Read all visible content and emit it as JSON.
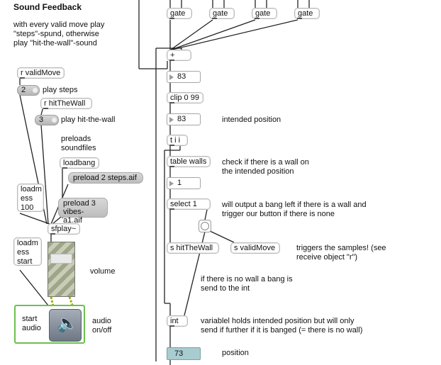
{
  "comments": {
    "title": "Sound Feedback",
    "desc_line1": "with every valid move play",
    "desc_line2": "\"steps\"-spund, otherwise",
    "desc_line3": "play \"hit-the-wall\"-sound",
    "play_steps": "play steps",
    "play_hit": "play hit-the-wall",
    "preloads_line1": "preloads",
    "preloads_line2": "soundfiles",
    "volume": "volume",
    "audio_line1": "audio",
    "audio_line2": "on/off",
    "intended_position": "intended position",
    "check_line1": "check if there is a wall on",
    "check_line2": "the intended position",
    "willout_line1": "will output  a bang left if there is a wall and",
    "willout_line2": "trigger our button if there is none",
    "triggers_line1": "triggers the samples! (see",
    "triggers_line2": "receive object \"r\")",
    "nowall_line1": "if there is no wall a  bang is",
    "nowall_line2": "send to the int",
    "variable_line1": "variablel holds intended position but will only",
    "variable_line2": "send if further if it is banged (= there is no wall)",
    "position": "position"
  },
  "objects": {
    "gate": "gate",
    "plus": "+",
    "clip": "clip 0 99",
    "tii": "t i i",
    "table": "table walls",
    "select": "select 1",
    "s_hit": "s hitTheWall",
    "s_valid": "s validMove",
    "int": "int",
    "r_valid": "r validMove",
    "r_hit": "r hitTheWall",
    "loadbang": "loadbang",
    "sfplay": "sfplay~",
    "loadmess100_l1": "loadm",
    "loadmess100_l2": "ess",
    "loadmess100_l3": "100",
    "loadmessstart_l1": "loadm",
    "loadmessstart_l2": "ess",
    "loadmessstart_l3": "start"
  },
  "messages": {
    "play_steps_num": "2",
    "play_hit_num": "3",
    "preload2": "preload 2 steps.aif",
    "preload3_l1": "preload 3",
    "preload3_l2": "vibes-a1.aif",
    "start_audio_l1": "start",
    "start_audio_l2": "audio"
  },
  "numbers": {
    "first": "83",
    "second": "83",
    "table_out": "1",
    "position": "73"
  },
  "controls": {
    "volume_level": 0.75,
    "speaker_icon": "speaker-icon"
  },
  "colors": {
    "audio_border": "#6cc14e",
    "position_box": "#a9ccd0",
    "slider_stripes": "#9ea58a"
  }
}
